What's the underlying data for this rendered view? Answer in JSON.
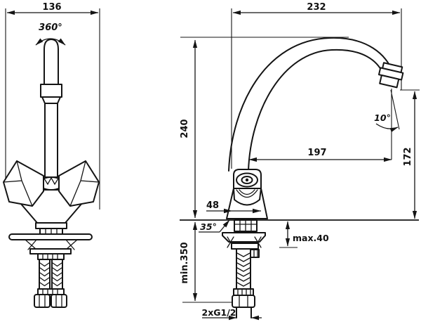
{
  "drawing": {
    "type": "technical-dimension-drawing",
    "background": "#ffffff",
    "line_color": "#141414",
    "labels": {
      "overall_width": "136",
      "swivel_angle": "360°",
      "overall_depth": "232",
      "spout_height": "240",
      "outlet_angle": "10°",
      "outlet_reach": "197",
      "outlet_height": "172",
      "body_depth": "48",
      "base_angle": "35°",
      "deck_thickness_max": "max.40",
      "hose_length_min": "min.350",
      "thread_size": "2xG1/2"
    }
  }
}
